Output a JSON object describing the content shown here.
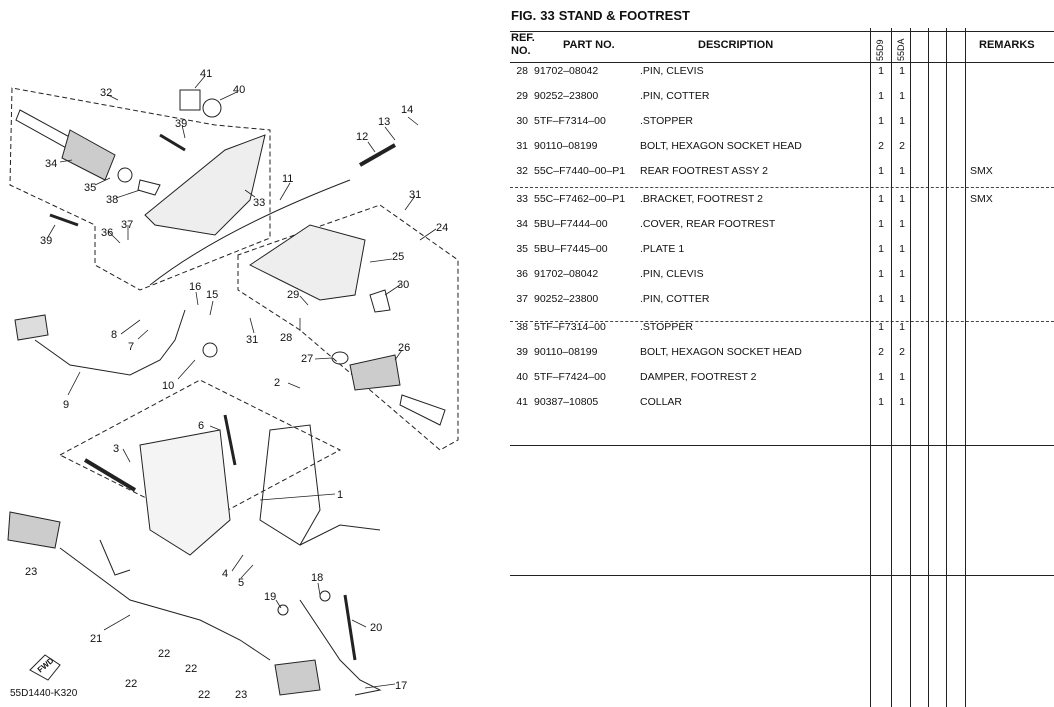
{
  "figure": {
    "label": "FIG.",
    "number": "33",
    "title": "STAND & FOOTREST"
  },
  "table": {
    "headers": {
      "ref_line1": "REF.",
      "ref_line2": "NO.",
      "part_no": "PART NO.",
      "description": "DESCRIPTION",
      "model_1": "55D9",
      "model_2": "55DA",
      "remarks": "REMARKS"
    },
    "rows": [
      {
        "ref": "28",
        "part": "91702–08042",
        "desc": ".PIN, CLEVIS",
        "q1": "1",
        "q2": "1",
        "remarks": ""
      },
      {
        "ref": "29",
        "part": "90252–23800",
        "desc": ".PIN, COTTER",
        "q1": "1",
        "q2": "1",
        "remarks": ""
      },
      {
        "ref": "30",
        "part": "5TF–F7314–00",
        "desc": ".STOPPER",
        "q1": "1",
        "q2": "1",
        "remarks": ""
      },
      {
        "ref": "31",
        "part": "90110–08199",
        "desc": "BOLT, HEXAGON SOCKET HEAD",
        "q1": "2",
        "q2": "2",
        "remarks": ""
      },
      {
        "ref": "32",
        "part": "55C–F7440–00–P1",
        "desc": "REAR FOOTREST ASSY 2",
        "q1": "1",
        "q2": "1",
        "remarks": "SMX"
      },
      {
        "ref": "33",
        "part": "55C–F7462–00–P1",
        "desc": ".BRACKET, FOOTREST 2",
        "q1": "1",
        "q2": "1",
        "remarks": "SMX"
      },
      {
        "ref": "34",
        "part": "5BU–F7444–00",
        "desc": ".COVER, REAR FOOTREST",
        "q1": "1",
        "q2": "1",
        "remarks": ""
      },
      {
        "ref": "35",
        "part": "5BU–F7445–00",
        "desc": ".PLATE 1",
        "q1": "1",
        "q2": "1",
        "remarks": ""
      },
      {
        "ref": "36",
        "part": "91702–08042",
        "desc": ".PIN, CLEVIS",
        "q1": "1",
        "q2": "1",
        "remarks": ""
      },
      {
        "ref": "37",
        "part": "90252–23800",
        "desc": ".PIN, COTTER",
        "q1": "1",
        "q2": "1",
        "remarks": ""
      },
      {
        "ref": "38",
        "part": "5TF–F7314–00",
        "desc": ".STOPPER",
        "q1": "1",
        "q2": "1",
        "remarks": ""
      },
      {
        "ref": "39",
        "part": "90110–08199",
        "desc": "BOLT, HEXAGON SOCKET HEAD",
        "q1": "2",
        "q2": "2",
        "remarks": ""
      },
      {
        "ref": "40",
        "part": "5TF–F7424–00",
        "desc": "DAMPER, FOOTREST 2",
        "q1": "1",
        "q2": "1",
        "remarks": ""
      },
      {
        "ref": "41",
        "part": "90387–10805",
        "desc": "COLLAR",
        "q1": "1",
        "q2": "1",
        "remarks": ""
      }
    ]
  },
  "diagram": {
    "callouts": [
      "1",
      "2",
      "3",
      "4",
      "5",
      "6",
      "7",
      "8",
      "9",
      "10",
      "11",
      "12",
      "13",
      "14",
      "16",
      "15",
      "17",
      "18",
      "19",
      "20",
      "21",
      "22",
      "22",
      "22",
      "22",
      "23",
      "23",
      "24",
      "25",
      "26",
      "27",
      "28",
      "29",
      "30",
      "31",
      "31",
      "32",
      "33",
      "34",
      "35",
      "36",
      "37",
      "38",
      "39",
      "39",
      "40",
      "41"
    ],
    "fwd_label": "FWD",
    "drawing_code": "55D1440-K320"
  }
}
